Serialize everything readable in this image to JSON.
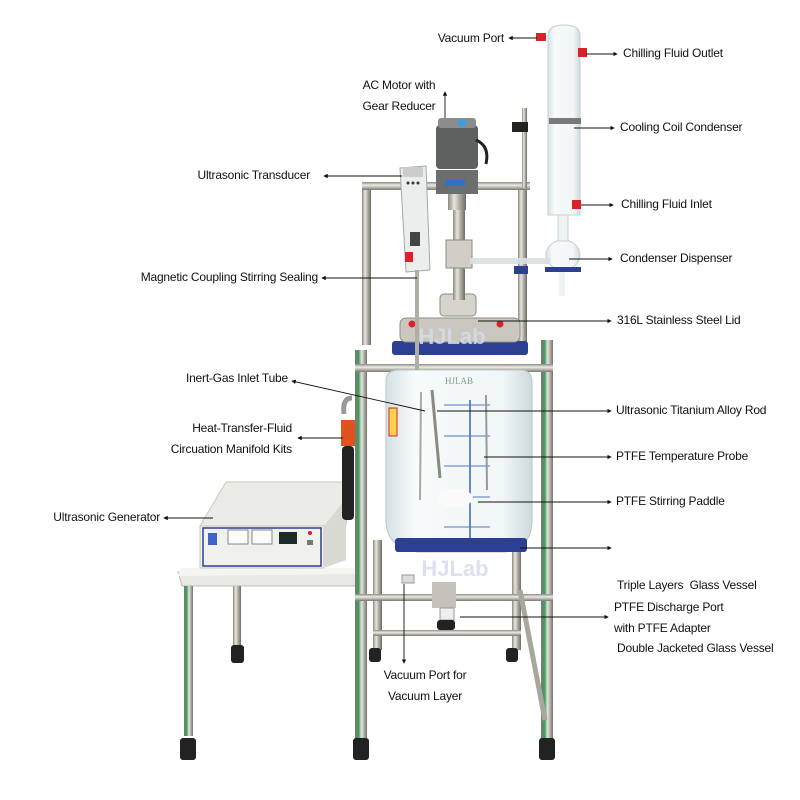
{
  "diagram": {
    "subject": "Ultrasonic jacketed glass reactor with condenser and ultrasonic generator",
    "watermark": "HJLab",
    "vessel_watermark": "HJLAB",
    "colors": {
      "background": "#ffffff",
      "label_text": "#111111",
      "leader_line": "#111111",
      "steel": "#b9b6ad",
      "flange_blue": "#2c3f93",
      "cap_red": "#d8232a",
      "glass": "#e6eff2",
      "generator_body": "#e9e9e4",
      "manifold_orange": "#e0531e"
    }
  },
  "callouts": [
    {
      "id": "vacuum-port",
      "lines": [
        "Vacuum Port"
      ]
    },
    {
      "id": "chilling-fluid-outlet",
      "lines": [
        "Chilling Fluid Outlet"
      ]
    },
    {
      "id": "ac-motor",
      "lines": [
        "AC Motor with",
        "Gear Reducer"
      ]
    },
    {
      "id": "cooling-coil-condenser",
      "lines": [
        "Cooling Coil Condenser"
      ]
    },
    {
      "id": "ultrasonic-transducer",
      "lines": [
        "Ultrasonic Transducer"
      ]
    },
    {
      "id": "chilling-fluid-inlet",
      "lines": [
        "Chilling Fluid Inlet"
      ]
    },
    {
      "id": "condenser-dispenser",
      "lines": [
        "Condenser Dispenser"
      ]
    },
    {
      "id": "magnetic-coupling",
      "lines": [
        "Magnetic Coupling Stirring Sealing"
      ]
    },
    {
      "id": "stainless-lid",
      "lines": [
        "316L Stainless Steel Lid"
      ]
    },
    {
      "id": "inert-gas-inlet",
      "lines": [
        "Inert-Gas Inlet Tube"
      ]
    },
    {
      "id": "titanium-rod",
      "lines": [
        "Ultrasonic Titanium Alloy Rod"
      ]
    },
    {
      "id": "heat-transfer-manifold",
      "lines": [
        "Heat-Transfer-Fluid",
        "Circuation Manifold Kits"
      ]
    },
    {
      "id": "temperature-probe",
      "lines": [
        "PTFE Temperature Probe"
      ]
    },
    {
      "id": "stirring-paddle",
      "lines": [
        "PTFE Stirring Paddle"
      ]
    },
    {
      "id": "ultrasonic-generator",
      "lines": [
        "Ultrasonic Generator"
      ]
    },
    {
      "id": "glass-vessel",
      "lines": [
        "Triple Layers  Glass Vessel",
        "Double Jacketed Glass Vessel"
      ]
    },
    {
      "id": "discharge-port",
      "lines": [
        "PTFE Discharge Port",
        "with PTFE Adapter"
      ]
    },
    {
      "id": "vacuum-layer-port",
      "lines": [
        "Vacuum Port for",
        "Vacuum Layer"
      ]
    }
  ]
}
